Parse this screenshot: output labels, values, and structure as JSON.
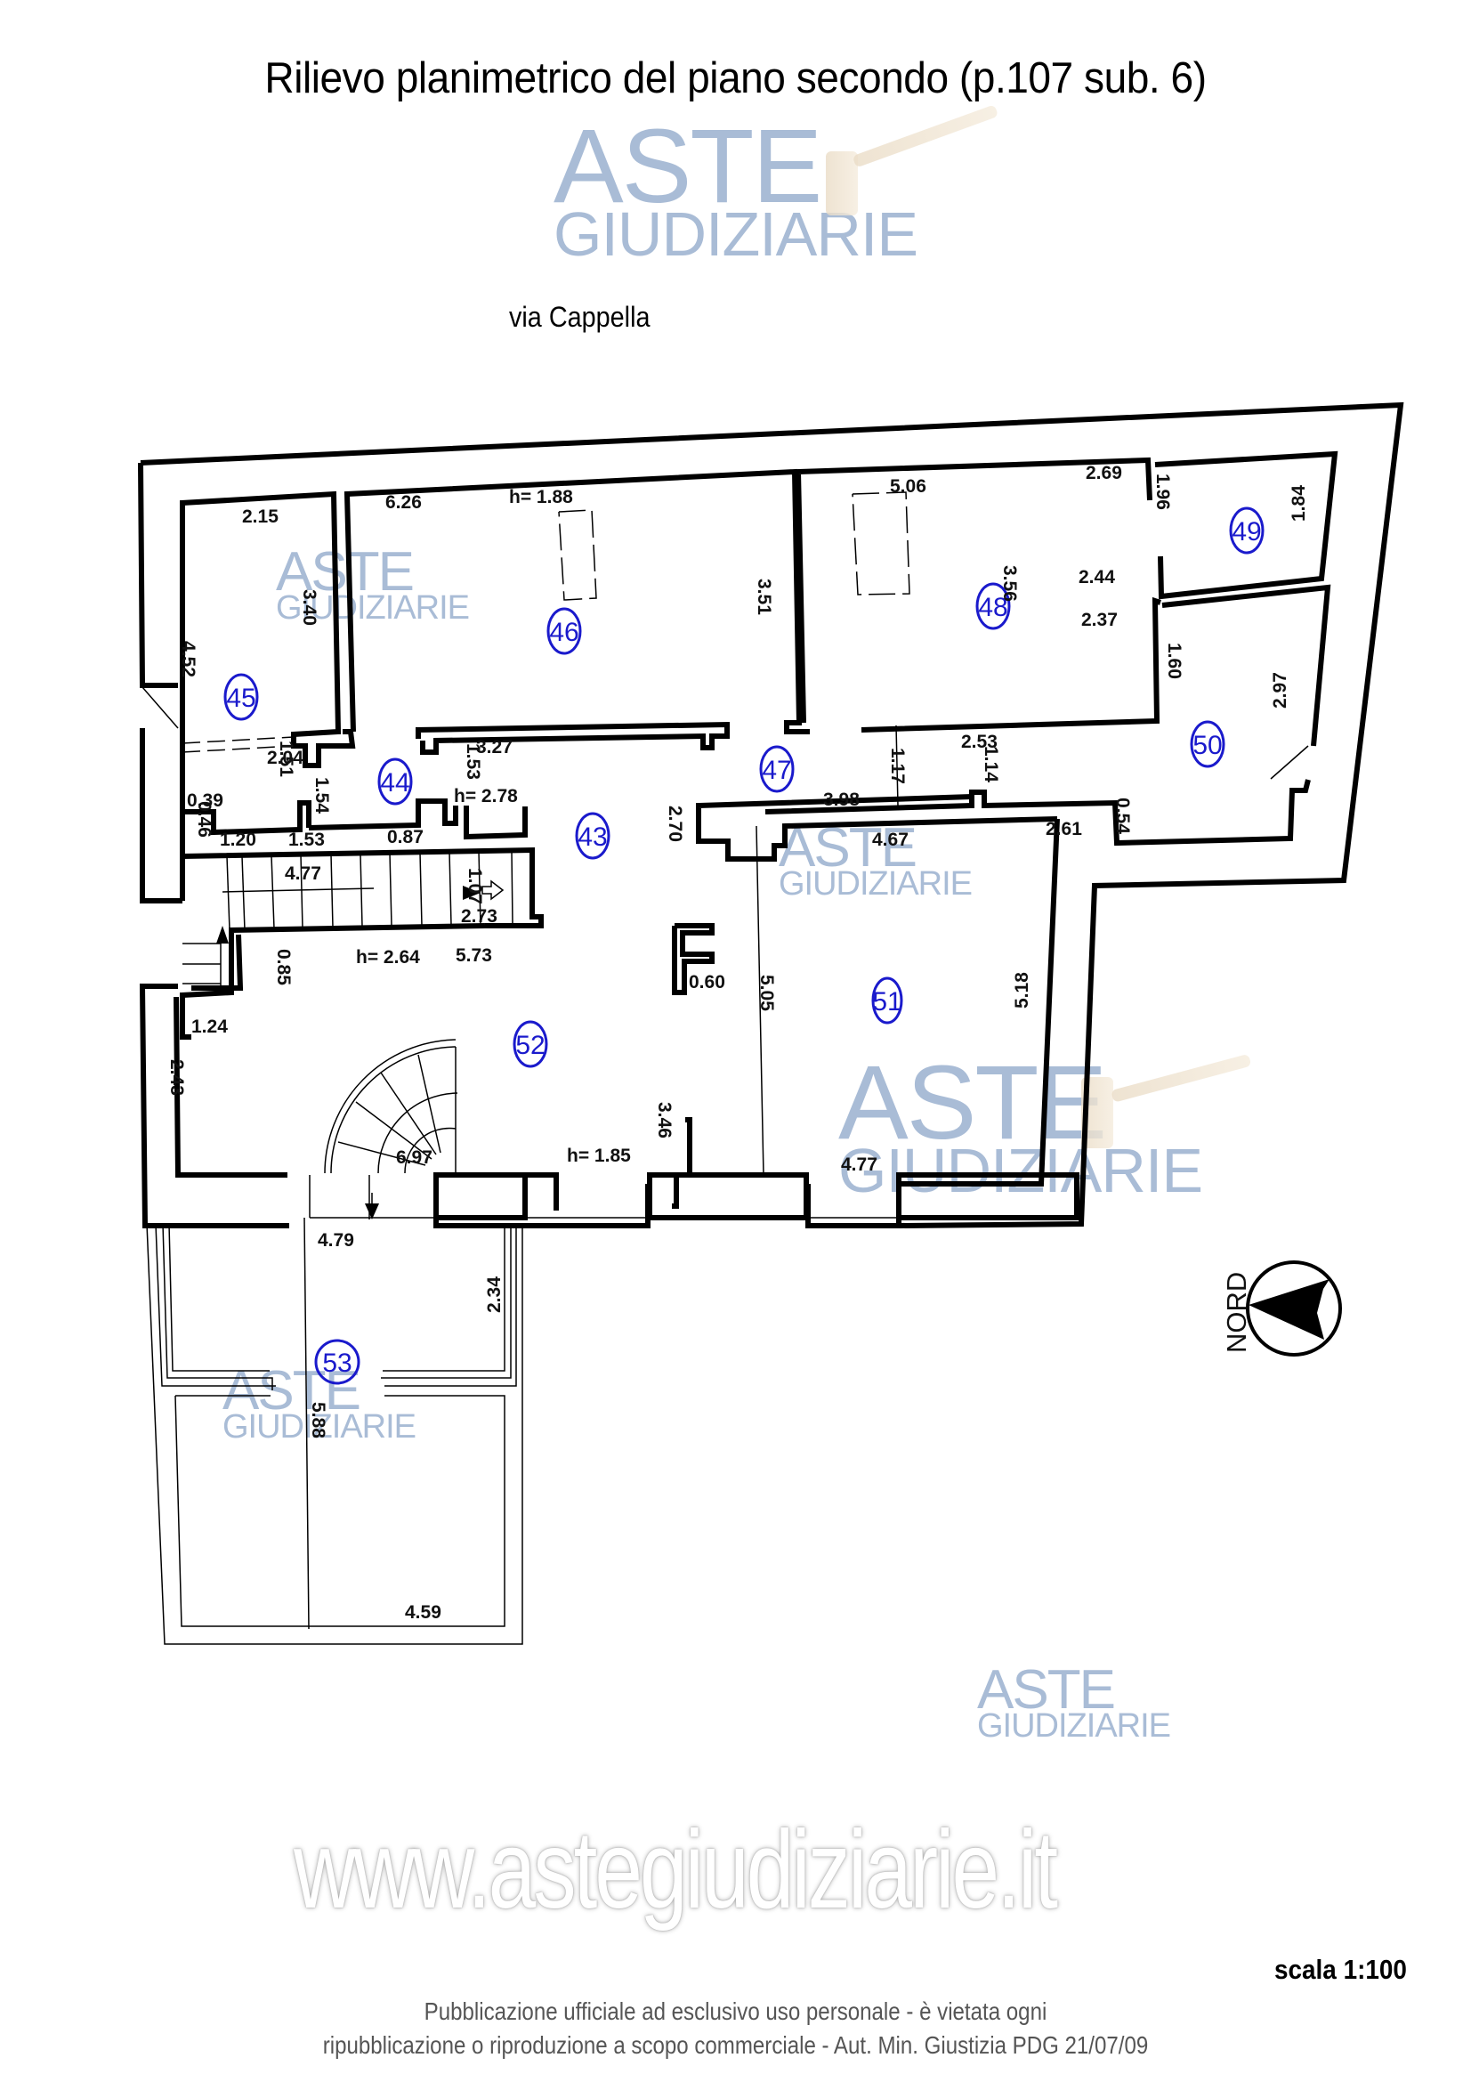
{
  "title": "Rilievo planimetrico del piano secondo (p.107 sub. 6)",
  "street_label": "via Cappella",
  "watermark": {
    "line1": "ASTE",
    "line2": "GIUDIZIARIE",
    "url": "www.astegiudiziarie.it",
    "color": "#a9bcd6"
  },
  "rooms": [
    {
      "id": "43"
    },
    {
      "id": "44"
    },
    {
      "id": "45"
    },
    {
      "id": "46"
    },
    {
      "id": "47"
    },
    {
      "id": "48"
    },
    {
      "id": "49"
    },
    {
      "id": "50"
    },
    {
      "id": "51"
    },
    {
      "id": "52"
    },
    {
      "id": "53"
    }
  ],
  "room_label_color": "#1a1acc",
  "dimensions": {
    "r45_top": "2.15",
    "r45_right": "3.40",
    "r45_left": "4.52",
    "r46_top": "6.26",
    "r46_height": "h= 1.88",
    "r46_right": "3.51",
    "r48_top": "5.06",
    "r48_right": "3.56",
    "r49_left": "1.96",
    "r49_top": "2.69",
    "r49_right": "1.84",
    "r49_bottom": "2.44",
    "r50_top": "2.37",
    "r50_left": "1.60",
    "r50_right": "2.97",
    "r50_mid": "2.53",
    "r50_bottom": "2.61",
    "r50_small": "0.54",
    "r44_a": "2.04",
    "r44_b": "1.51",
    "r44_c": "1.54",
    "r44_d": "1.53",
    "r44_e": "0.39",
    "r44_f": "0.46",
    "r44_g": "1.20",
    "r44_h": "1.53",
    "r43_a": "3.27",
    "r43_height": "h= 2.78",
    "r43_b": "0.87",
    "r43_c": "2.70",
    "r47_a": "1.17",
    "r47_b": "1.14",
    "r47_c": "3.98",
    "stair_len": "4.77",
    "stair_w": "1.07",
    "r52_a": "2.73",
    "r52_b": "5.73",
    "r52_height1": "h= 2.64",
    "r52_c": "0.85",
    "r52_d": "1.24",
    "r52_e": "2.43",
    "r52_f": "0.60",
    "r52_g": "6.97",
    "r52_height2": "h= 1.85",
    "r52_h": "3.46",
    "r51_top": "4.67",
    "r51_left": "5.05",
    "r51_right": "5.18",
    "r51_bottom": "4.77",
    "r53_top": "4.79",
    "r53_right": "2.34",
    "r53_mid": "5.88",
    "r53_bottom": "4.59"
  },
  "north": {
    "label": "NORD"
  },
  "scale": "scala 1:100",
  "disclaimer": {
    "line1": "Pubblicazione ufficiale ad esclusivo uso personale - è vietata ogni",
    "line2": "ripubblicazione o riproduzione a scopo commerciale - Aut. Min. Giustizia PDG 21/07/09"
  }
}
